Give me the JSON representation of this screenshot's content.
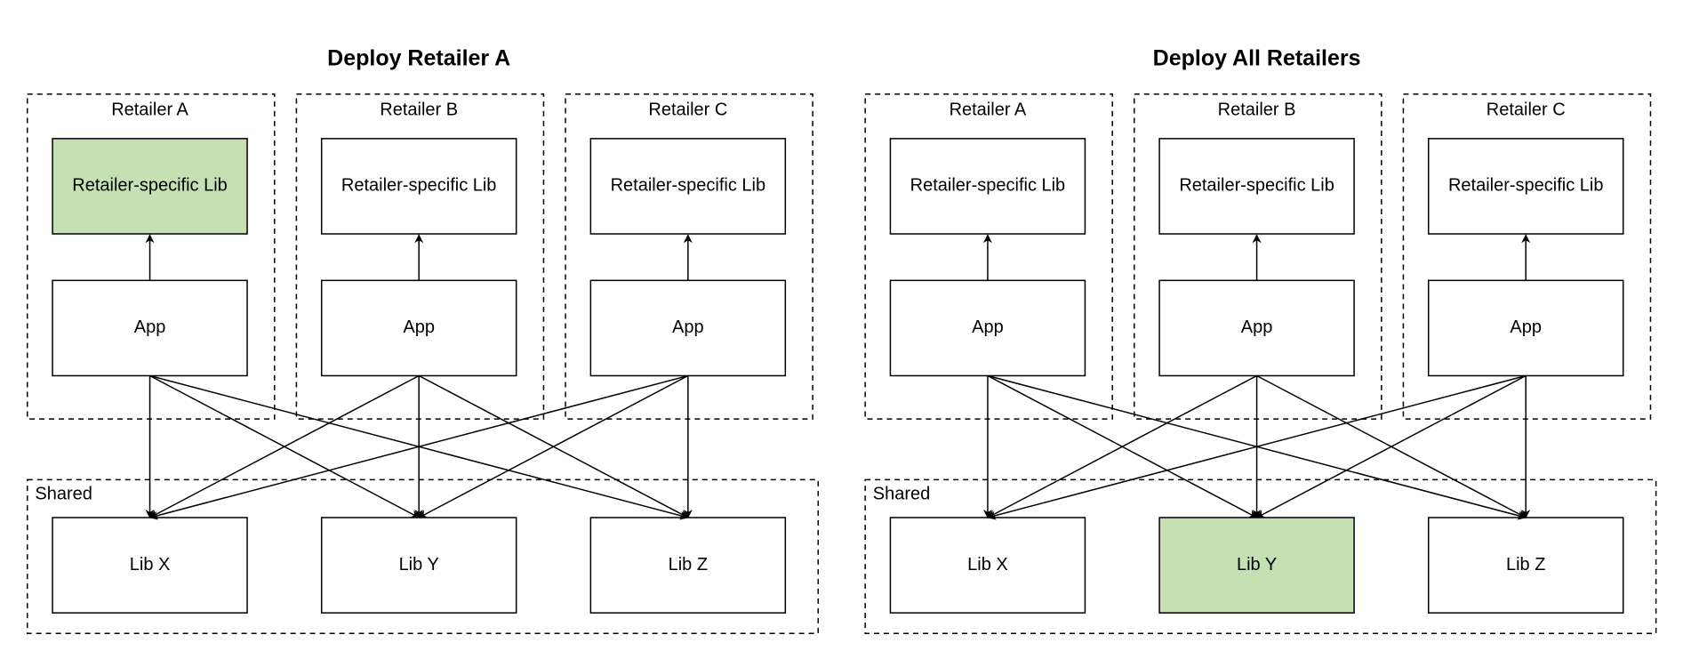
{
  "colors": {
    "highlight": "#c5e0b3",
    "default": "#ffffff",
    "stroke": "#000000"
  },
  "panels": [
    {
      "title": "Deploy Retailer A",
      "retailers": [
        {
          "label": "Retailer A",
          "lib": "Retailer-specific Lib",
          "app": "App",
          "highlight_lib": true
        },
        {
          "label": "Retailer B",
          "lib": "Retailer-specific Lib",
          "app": "App",
          "highlight_lib": false
        },
        {
          "label": "Retailer C",
          "lib": "Retailer-specific Lib",
          "app": "App",
          "highlight_lib": false
        }
      ],
      "shared": {
        "label": "Shared",
        "libs": [
          {
            "label": "Lib X",
            "highlight": false
          },
          {
            "label": "Lib Y",
            "highlight": false
          },
          {
            "label": "Lib Z",
            "highlight": false
          }
        ]
      }
    },
    {
      "title": "Deploy All Retailers",
      "retailers": [
        {
          "label": "Retailer A",
          "lib": "Retailer-specific Lib",
          "app": "App",
          "highlight_lib": false
        },
        {
          "label": "Retailer B",
          "lib": "Retailer-specific Lib",
          "app": "App",
          "highlight_lib": false
        },
        {
          "label": "Retailer C",
          "lib": "Retailer-specific Lib",
          "app": "App",
          "highlight_lib": false
        }
      ],
      "shared": {
        "label": "Shared",
        "libs": [
          {
            "label": "Lib X",
            "highlight": false
          },
          {
            "label": "Lib Y",
            "highlight": true
          },
          {
            "label": "Lib Z",
            "highlight": false
          }
        ]
      }
    }
  ]
}
